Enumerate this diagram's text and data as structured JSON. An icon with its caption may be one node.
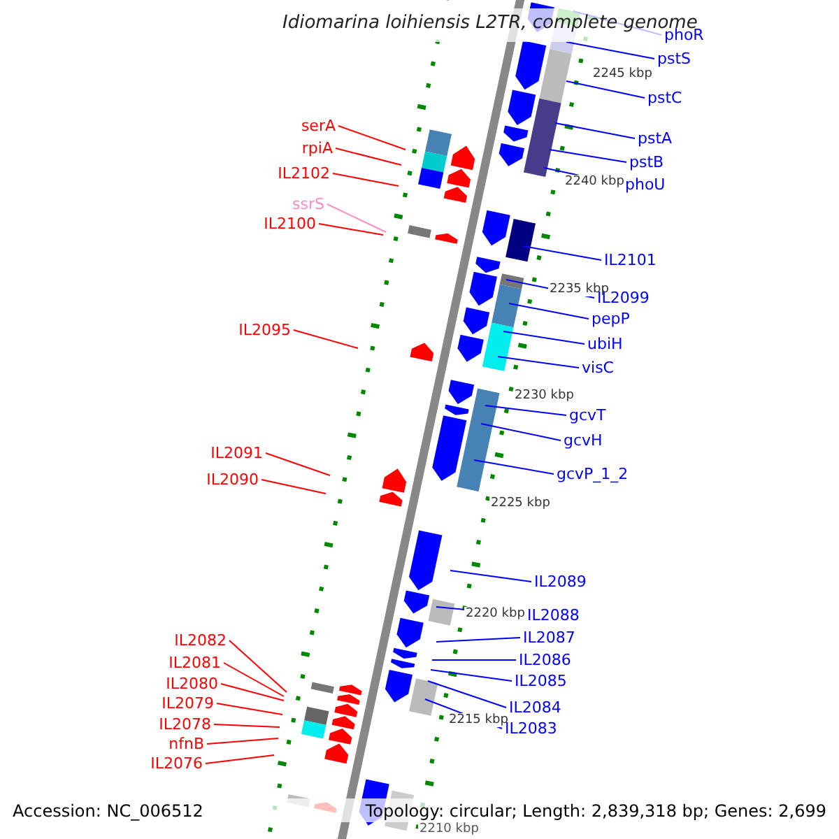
{
  "diagram": {
    "title": "Idiomarina loihiensis L2TR, complete genome",
    "nodes": [
      {
        "text": [
          "phoR"
        ]
      },
      {
        "text": [
          "pstS"
        ]
      },
      {
        "text": [
          "pstC"
        ]
      },
      {
        "text": [
          "serA"
        ]
      },
      {
        "text": [
          "rpiA"
        ]
      },
      {
        "text": [
          "pstA"
        ]
      },
      {
        "text": [
          "pstB"
        ]
      },
      {
        "text": [
          "IL2102"
        ]
      },
      {
        "text": [
          "phoU"
        ]
      },
      {
        "text": [
          "ssrS"
        ]
      },
      {
        "text": [
          "IL2100"
        ]
      },
      {
        "text": [
          "IL2101"
        ]
      },
      {
        "text": [
          "IL2099"
        ]
      },
      {
        "text": [
          "pepP"
        ]
      },
      {
        "text": [
          "IL2095"
        ]
      },
      {
        "text": [
          "ubiH"
        ]
      },
      {
        "text": [
          "visC"
        ]
      },
      {
        "text": [
          "gcvT"
        ]
      },
      {
        "text": [
          "gcvH"
        ]
      },
      {
        "text": [
          "IL2091"
        ]
      },
      {
        "text": [
          "gcvP_1_2"
        ]
      },
      {
        "text": [
          "IL2090"
        ]
      },
      {
        "text": [
          "IL2089"
        ]
      },
      {
        "text": [
          "IL2088"
        ]
      },
      {
        "text": [
          "IL2082"
        ]
      },
      {
        "text": [
          "IL2087"
        ]
      },
      {
        "text": [
          "IL2081"
        ]
      },
      {
        "text": [
          "IL2086"
        ]
      },
      {
        "text": [
          "IL2080"
        ]
      },
      {
        "text": [
          "IL2085"
        ]
      },
      {
        "text": [
          "IL2079"
        ]
      },
      {
        "text": [
          "IL2084"
        ]
      },
      {
        "text": [
          "IL2078"
        ]
      },
      {
        "text": [
          "IL2083"
        ]
      },
      {
        "text": [
          "nfnB"
        ]
      },
      {
        "text": [
          "IL2076"
        ]
      }
    ],
    "edges": [
      {
        "from": 0,
        "to": null,
        "arrow": "none"
      },
      {
        "from": 1,
        "to": null,
        "arrow": "none"
      },
      {
        "from": 2,
        "to": null,
        "arrow": "none"
      },
      {
        "from": 3,
        "to": null,
        "arrow": "none",
        "color": "#ff0000"
      },
      {
        "from": 4,
        "to": null,
        "arrow": "none",
        "color": "#ff0000"
      },
      {
        "from": 5,
        "to": null,
        "arrow": "none"
      },
      {
        "from": 6,
        "to": null,
        "arrow": "none"
      },
      {
        "from": 7,
        "to": null,
        "arrow": "none",
        "color": "#ff0000"
      },
      {
        "from": 8,
        "to": null,
        "arrow": "none"
      },
      {
        "from": 9,
        "to": null,
        "arrow": "none",
        "color": "#ff8cc6"
      },
      {
        "from": 10,
        "to": null,
        "arrow": "none",
        "color": "#ff0000"
      },
      {
        "from": 11,
        "to": null,
        "arrow": "none"
      },
      {
        "from": 12,
        "to": null,
        "arrow": "none"
      },
      {
        "from": 13,
        "to": null,
        "arrow": "none"
      },
      {
        "from": 14,
        "to": null,
        "arrow": "none",
        "color": "#ff0000"
      },
      {
        "from": 15,
        "to": null,
        "arrow": "none"
      },
      {
        "from": 16,
        "to": null,
        "arrow": "none"
      },
      {
        "from": 17,
        "to": null,
        "arrow": "none"
      },
      {
        "from": 18,
        "to": null,
        "arrow": "none"
      },
      {
        "from": 19,
        "to": null,
        "arrow": "none",
        "color": "#ff0000"
      },
      {
        "from": 20,
        "to": null,
        "arrow": "none"
      },
      {
        "from": 21,
        "to": null,
        "arrow": "none",
        "color": "#ff0000"
      },
      {
        "from": 22,
        "to": null,
        "arrow": "none"
      },
      {
        "from": 23,
        "to": null,
        "arrow": "none"
      },
      {
        "from": 24,
        "to": null,
        "arrow": "none",
        "color": "#ff0000"
      },
      {
        "from": 25,
        "to": null,
        "arrow": "none"
      },
      {
        "from": 26,
        "to": null,
        "arrow": "none",
        "color": "#ff0000"
      },
      {
        "from": 27,
        "to": null,
        "arrow": "none"
      },
      {
        "from": 28,
        "to": null,
        "arrow": "none",
        "color": "#ff0000"
      },
      {
        "from": 29,
        "to": null,
        "arrow": "none"
      },
      {
        "from": 30,
        "to": null,
        "arrow": "none",
        "color": "#ff0000"
      },
      {
        "from": 31,
        "to": null,
        "arrow": "none"
      },
      {
        "from": 32,
        "to": null,
        "arrow": "none",
        "color": "#ff0000"
      },
      {
        "from": 33,
        "to": null,
        "arrow": "none"
      },
      {
        "from": 34,
        "to": null,
        "arrow": "none",
        "color": "#ff0000"
      },
      {
        "from": 35,
        "to": null,
        "arrow": "none",
        "color": "#ff0000"
      }
    ],
    "labels": [
      "2245 kbp",
      "2240 kbp",
      "2235 kbp",
      "2230 kbp",
      "2225 kbp",
      "2220 kbp",
      "2215 kbp",
      "2210 kbp",
      "Accession: NC_006512",
      "Topology: circular; Length: 2,839,318 bp; Genes: 2,699"
    ]
  }
}
